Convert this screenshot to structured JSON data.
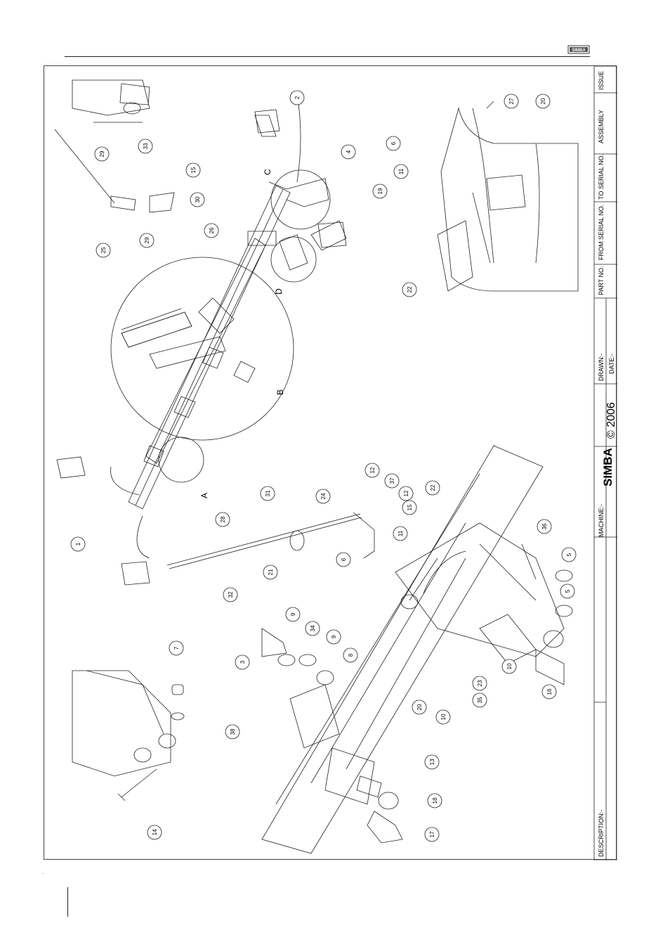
{
  "title_block": {
    "issue": "ISSUE",
    "assembly": "ASSEMBLY",
    "to_serial": "TO SERIAL NO.",
    "from_serial": "FROM SERIAL NO.",
    "part_no": "PART NO.",
    "drawn": "DRAWN:-",
    "date": "DATE:-",
    "copyright": "© 2006",
    "logo": "SIMBA",
    "machine": "MACHINE:-",
    "description": "DESCRIPTION:-"
  },
  "views": {
    "a": "A",
    "b": "B",
    "c": "C",
    "d": "D"
  },
  "balloons": [
    "1",
    "2",
    "4",
    "19",
    "26",
    "29",
    "33",
    "25",
    "29",
    "30",
    "15",
    "6",
    "11",
    "27",
    "20",
    "22",
    "12",
    "37",
    "12",
    "24",
    "15",
    "31",
    "28",
    "21",
    "32",
    "6",
    "11",
    "22",
    "36",
    "5",
    "5",
    "9",
    "34",
    "3",
    "9",
    "8",
    "7",
    "38",
    "14",
    "10",
    "23",
    "35",
    "10",
    "20",
    "16",
    "13",
    "18",
    "17"
  ],
  "colors": {
    "line": "#222222",
    "paper": "#ffffff"
  }
}
